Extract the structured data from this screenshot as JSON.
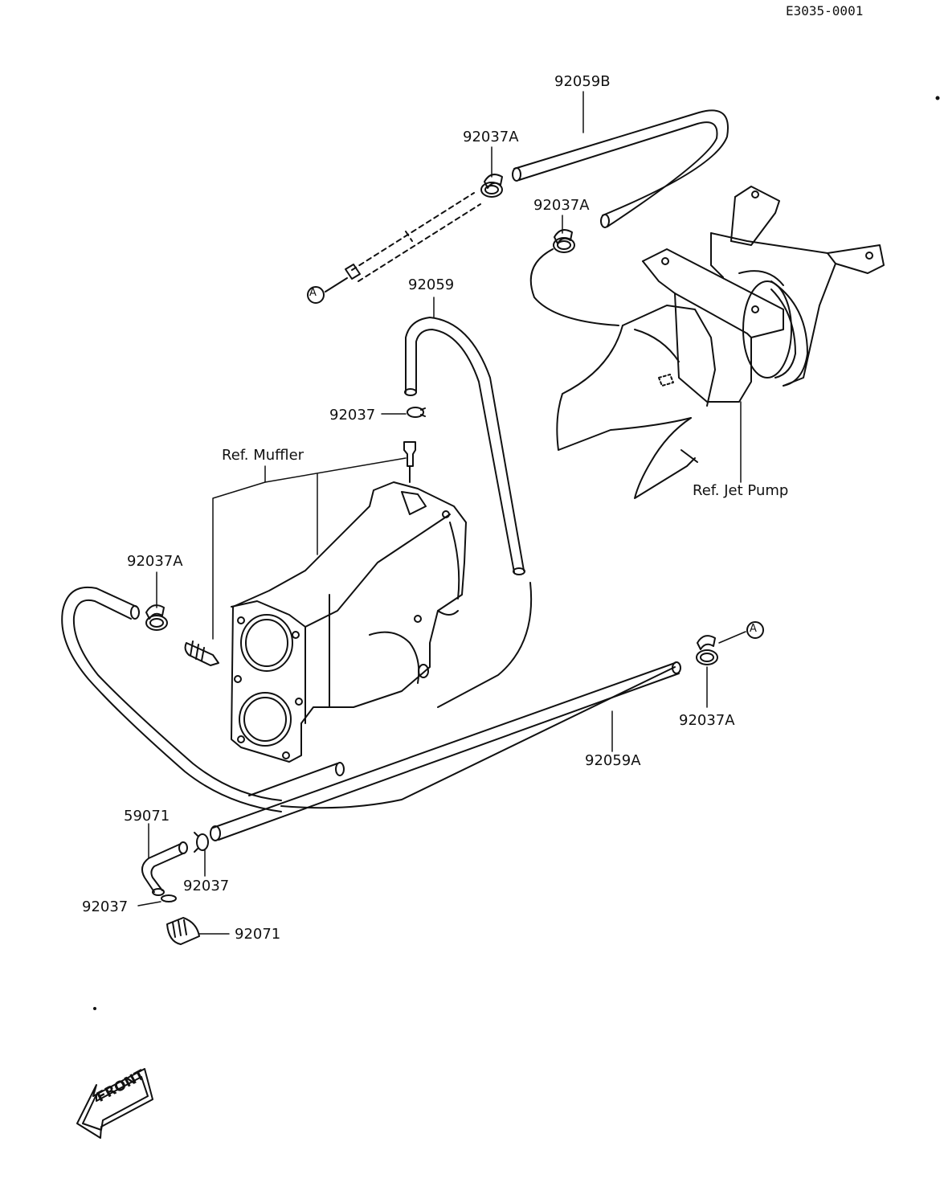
{
  "diagram_code": "E3035-0001",
  "parts": {
    "hose_upper_b": "92059B",
    "clamp_upper_left": "92037A",
    "clamp_upper_right": "92037A",
    "hose_center": "92059",
    "clip_center": "92037",
    "ref_muffler": "Ref. Muffler",
    "ref_jet_pump": "Ref. Jet Pump",
    "clamp_left": "92037A",
    "clamp_right": "92037A",
    "hose_lower_a": "92059A",
    "pipe_59071": "59071",
    "clip_lower_right": "92037",
    "clip_lower_left": "92037",
    "cap_92071": "92071"
  },
  "callouts": {
    "a_upper": "A",
    "a_right": "A"
  },
  "direction_label": "FRONT"
}
